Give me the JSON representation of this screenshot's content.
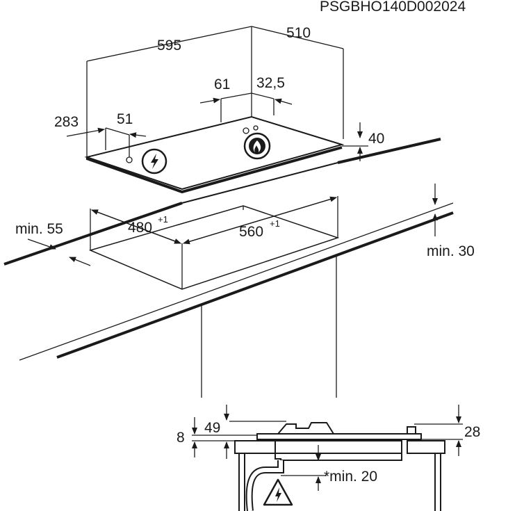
{
  "reference_code": "PSGBHO140D002024",
  "dimensions": {
    "width": "595",
    "depth": "510",
    "burner_offset_x": "61",
    "burner_offset_y": "32,5",
    "left_offset_x": "283",
    "left_offset_y": "51",
    "height": "40",
    "cutout_depth": "480",
    "cutout_depth_tol": "+1",
    "cutout_width": "560",
    "cutout_width_tol": "+1",
    "min_front": "min. 55",
    "min_back": "min. 30",
    "side_top": "8",
    "side_mid": "49",
    "side_right": "28",
    "min_below": "*min. 20"
  },
  "icons": {
    "electric": "lightning-icon",
    "gas": "flame-icon",
    "warning": "electric-warning-icon"
  },
  "colors": {
    "line": "#1a1a1a",
    "background": "#ffffff"
  }
}
